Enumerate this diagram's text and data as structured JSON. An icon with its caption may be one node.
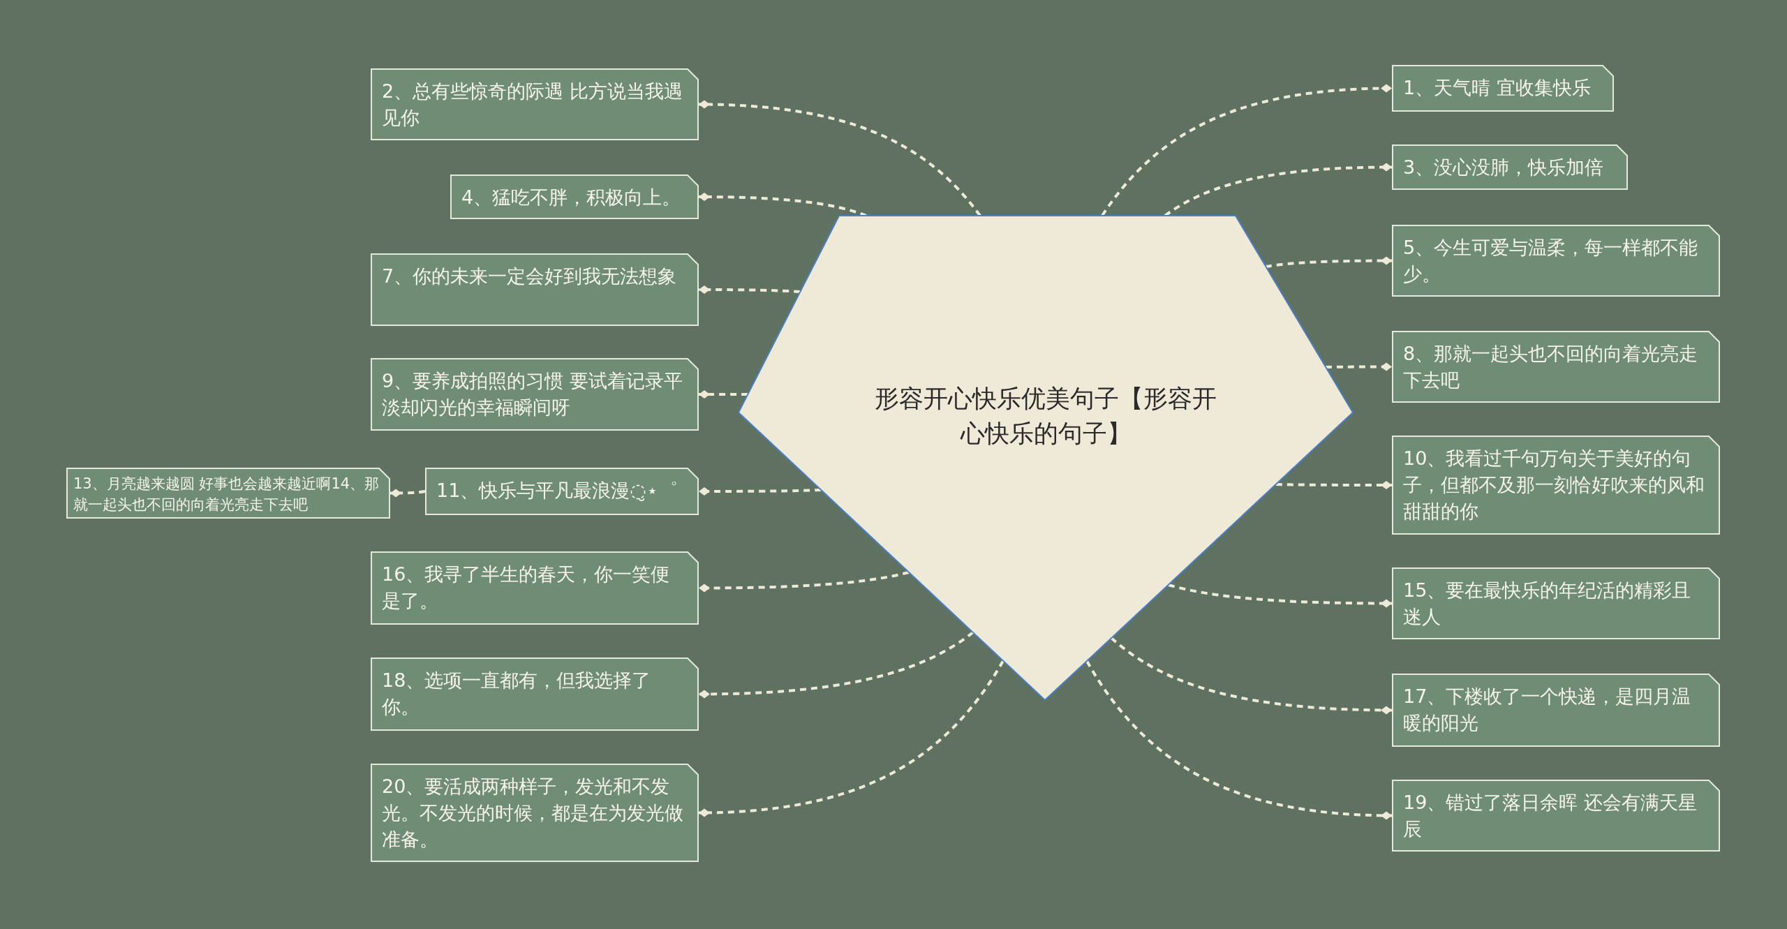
{
  "diagram": {
    "nodes": [
      {
        "text": [
          "形容开心快乐优美句子【形容开心快乐的句子】"
        ]
      },
      {
        "text": [
          "1、天气晴 宜收集快乐"
        ]
      },
      {
        "text": [
          "2、总有些惊奇的际遇 比方说当我遇见你"
        ]
      },
      {
        "text": [
          "3、没心没肺，快乐加倍"
        ]
      },
      {
        "text": [
          "4、猛吃不胖，积极向上。"
        ]
      },
      {
        "text": [
          "5、今生可爱与温柔，每一样都不能少。"
        ]
      },
      {
        "text": [
          "7、你的未来一定会好到我无法想象"
        ]
      },
      {
        "text": [
          "8、那就一起头也不回的向着光亮走下去吧"
        ]
      },
      {
        "text": [
          "9、要养成拍照的习惯 要试着记录平淡却闪光的幸福瞬间呀"
        ]
      },
      {
        "text": [
          "10、我看过千句万句关于美好的句子，但都不及那一刻恰好吹来的风和甜甜的你"
        ]
      },
      {
        "text": [
          "11、快乐与平凡最浪漫◌̮⋆゜"
        ]
      },
      {
        "text": [
          "13、月亮越来越圆 好事也会越来越近啊14、那就一起头也不回的向着光亮走下去吧"
        ]
      },
      {
        "text": [
          "15、要在最快乐的年纪活的精彩且迷人"
        ]
      },
      {
        "text": [
          "16、我寻了半生的春天，你一笑便是了。"
        ]
      },
      {
        "text": [
          "17、下楼收了一个快递，是四月温暖的阳光"
        ]
      },
      {
        "text": [
          "18、选项一直都有，但我选择了你。"
        ]
      },
      {
        "text": [
          "19、错过了落日余晖 还会有满天星辰"
        ]
      },
      {
        "text": [
          "20、要活成两种样子，发光和不发光。不发光的时候，都是在为发光做准备。"
        ]
      }
    ],
    "edges": [
      {
        "from": 0,
        "to": 1,
        "arrow": "other"
      },
      {
        "from": 0,
        "to": 2,
        "arrow": "other"
      },
      {
        "from": 0,
        "to": 3,
        "arrow": "other"
      },
      {
        "from": 0,
        "to": 4,
        "arrow": "other"
      },
      {
        "from": 0,
        "to": 5,
        "arrow": "other"
      },
      {
        "from": 0,
        "to": 6,
        "arrow": "other"
      },
      {
        "from": 0,
        "to": 7,
        "arrow": "other"
      },
      {
        "from": 0,
        "to": 8,
        "arrow": "other"
      },
      {
        "from": 0,
        "to": 9,
        "arrow": "other"
      },
      {
        "from": 0,
        "to": 10,
        "arrow": "other"
      },
      {
        "from": 10,
        "to": 11,
        "arrow": "other"
      },
      {
        "from": 0,
        "to": 12,
        "arrow": "other"
      },
      {
        "from": 0,
        "to": 13,
        "arrow": "other"
      },
      {
        "from": 0,
        "to": 14,
        "arrow": "other"
      },
      {
        "from": 0,
        "to": 15,
        "arrow": "other"
      },
      {
        "from": 0,
        "to": 16,
        "arrow": "other"
      },
      {
        "from": 0,
        "to": 17,
        "arrow": "other"
      }
    ]
  }
}
